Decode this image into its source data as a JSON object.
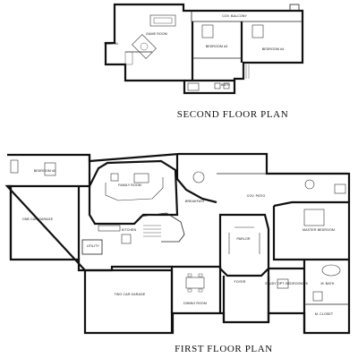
{
  "titles": {
    "second_floor": "SECOND FLOOR PLAN",
    "first_floor": "FIRST FLOOR PLAN"
  },
  "second_floor": {
    "cov_balcony": "COV. BALCONY",
    "game_room": "GAME ROOM",
    "bedroom_3": "BEDROOM #3",
    "bedroom_4": "BEDROOM #4",
    "walk_in": "WALK IN",
    "bath": "BATH"
  },
  "first_floor": {
    "bedroom_2": "BEDROOM #2",
    "one_car_garage": "ONE CAR GARAGE",
    "family_room": "FAMILY ROOM",
    "breakfast": "BREAKFAST",
    "cov_patio": "COV. PATIO",
    "master_bedroom": "MASTER BEDROOM",
    "kitchen": "KITCHEN",
    "utility": "UTILITY",
    "parlor": "PARLOR",
    "two_car_garage": "TWO CAR GARAGE",
    "dining_room": "DINING ROOM",
    "foyer": "FOYER",
    "study_opt_bedroom": "STUDY OPT. BEDROOM #5",
    "master_bath": "M. BATH",
    "master_closet": "M. CLOSET"
  }
}
